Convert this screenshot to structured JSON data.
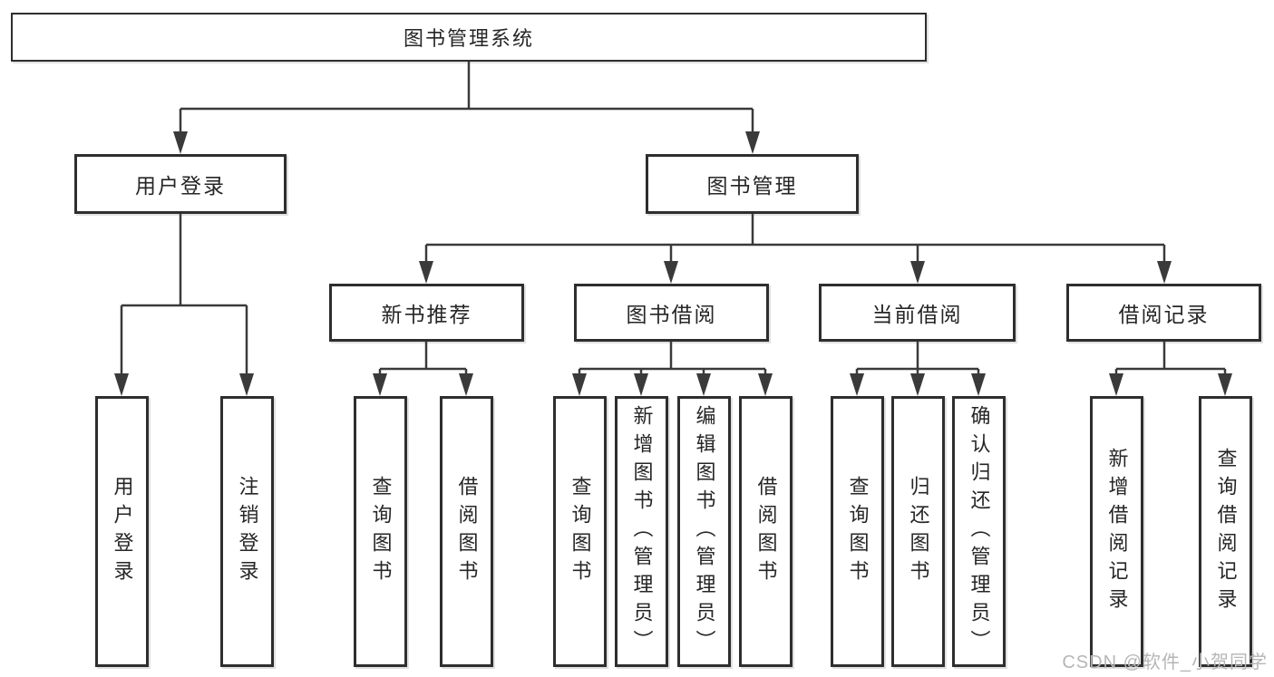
{
  "diagram": {
    "type": "tree",
    "root": {
      "label": "图书管理系统"
    },
    "branches": [
      {
        "label": "用户登录",
        "children": [
          "用户登录",
          "注销登录"
        ]
      },
      {
        "label": "图书管理",
        "children": [
          {
            "label": "新书推荐",
            "children": [
              "查询图书",
              "借阅图书"
            ]
          },
          {
            "label": "图书借阅",
            "children": [
              "查询图书",
              "新增图书（管理员）",
              "编辑图书（管理员）",
              "借阅图书"
            ]
          },
          {
            "label": "当前借阅",
            "children": [
              "查询图书",
              "归还图书",
              "确认归还（管理员）"
            ]
          },
          {
            "label": "借阅记录",
            "children": [
              "新增借阅记录",
              "查询借阅记录"
            ]
          }
        ]
      }
    ],
    "colors": {
      "line": "#3a3a3a",
      "border": "#2e2e2e",
      "text": "#262626",
      "watermark": "#b6b6b6"
    }
  },
  "watermark": {
    "text": "CSDN @软件_小贺同学"
  }
}
